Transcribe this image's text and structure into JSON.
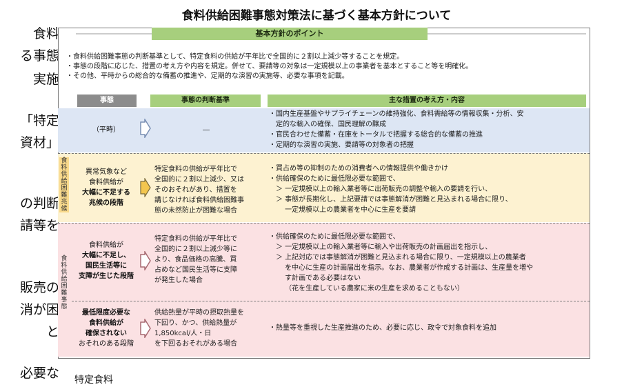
{
  "page_title": "食料供給困難事態対策法に基づく基本方針について",
  "left_fragments": [
    "食料",
    "る事態",
    "実施",
    "「特定",
    "資材」",
    "の判断",
    "請等を",
    "販売の",
    "消が困",
    "と",
    "必要な"
  ],
  "banner": "基本方針のポイント",
  "points": [
    "・食料供給困難事態の判断基準として、特定食料の供給が平年比で全国的に２割以上減少等することを規定。",
    "・事態の段階に応じた、措置の考え方や内容を規定。併せて、要請等の対象は一定規模以上の事業者を基本とすること等を明確化。",
    "・その他、平時からの総合的な備蓄の推進や、定期的な演習の実施等、必要な事項を記載。"
  ],
  "headers": {
    "stage": "事態",
    "criteria": "事態の判断基準",
    "measures": "主な措置の考え方・内容"
  },
  "side_labels": {
    "a": "食料供給困難兆候",
    "b": "食料供給困難事態"
  },
  "rows": [
    {
      "stage": [
        "（平時）"
      ],
      "criteria": [
        "―"
      ],
      "measures": [
        "・国内生産基盤やサプライチェーンの維持強化、食料需給等の情報収集・分析、安",
        "　定的な輸入の確保、国民理解の醸成",
        "・官民合わせた備蓄・在庫をトータルで把握する総合的な備蓄の推進",
        "・定期的な演習の実施、要請等の対象者の把握"
      ]
    },
    {
      "stage": [
        "異常気象など",
        "食料供給が",
        "大幅に不足する",
        "兆候の段階"
      ],
      "criteria": [
        "特定食料の供給が平年比で",
        "全国的に２割以上減少、又は",
        "そのおそれがあり、措置を",
        "講じなければ食料供給困難事",
        "態の未然防止が困難な場合"
      ],
      "measures": [
        "・買占め等の抑制のための消費者への情報提供や働きかけ",
        "・供給確保のために最低限必要な範囲で、",
        "　＞ 一定規模以上の輸入業者等に出荷販売の調整や輸入の要請を行い、",
        "　＞ 事態が長期化し、上記要請では事態解消が困難と見込まれる場合に限り、",
        "　　 一定規模以上の農業者を中心に生産を要請"
      ]
    },
    {
      "stage": [
        "食料供給が",
        "大幅に不足し、",
        "国民生活等に",
        "支障が生じた段階"
      ],
      "criteria": [
        "特定食料の供給が平年比で",
        "全国的に２割以上減少等に",
        "より、食品価格の高騰、買",
        "占めなど国民生活等に支障",
        "が発生した場合"
      ],
      "measures": [
        "・供給確保のために最低限必要な範囲で、",
        "　＞ 一定規模以上の輸入業者等に輸入や出荷販売の計画届出を指示し、",
        "　＞ 上記対応では事態解消が困難と見込まれる場合に限り、一定規模以上の農業者",
        "　　 を中心に生産の計画届出を指示。なお、農業者が作成する計画は、生産量を増や",
        "　　 す計画である必要はない",
        "　　 （花を生産している農家に米の生産を求めることもない）"
      ]
    },
    {
      "stage": [
        "最低限度必要な",
        "食料供給が",
        "確保されない",
        "おそれのある段階"
      ],
      "criteria": [
        "供給熱量が平時の摂取熱量を",
        "下回り、かつ、供給熱量が",
        "1,850kcal/人・日",
        "を下回るおそれがある場合"
      ],
      "measures": [
        "・熱量等を重視した生産推進のため、必要に応じ、政令で対象食料を追加"
      ]
    }
  ],
  "caption": "特定食料",
  "colors": {
    "header_gray": "#8c8c8c",
    "header_green": "#a7cf7d",
    "band_normal": "#dde6f4",
    "band_sign": "#fdf2d1",
    "band_crisis": "#fbe1e3"
  }
}
